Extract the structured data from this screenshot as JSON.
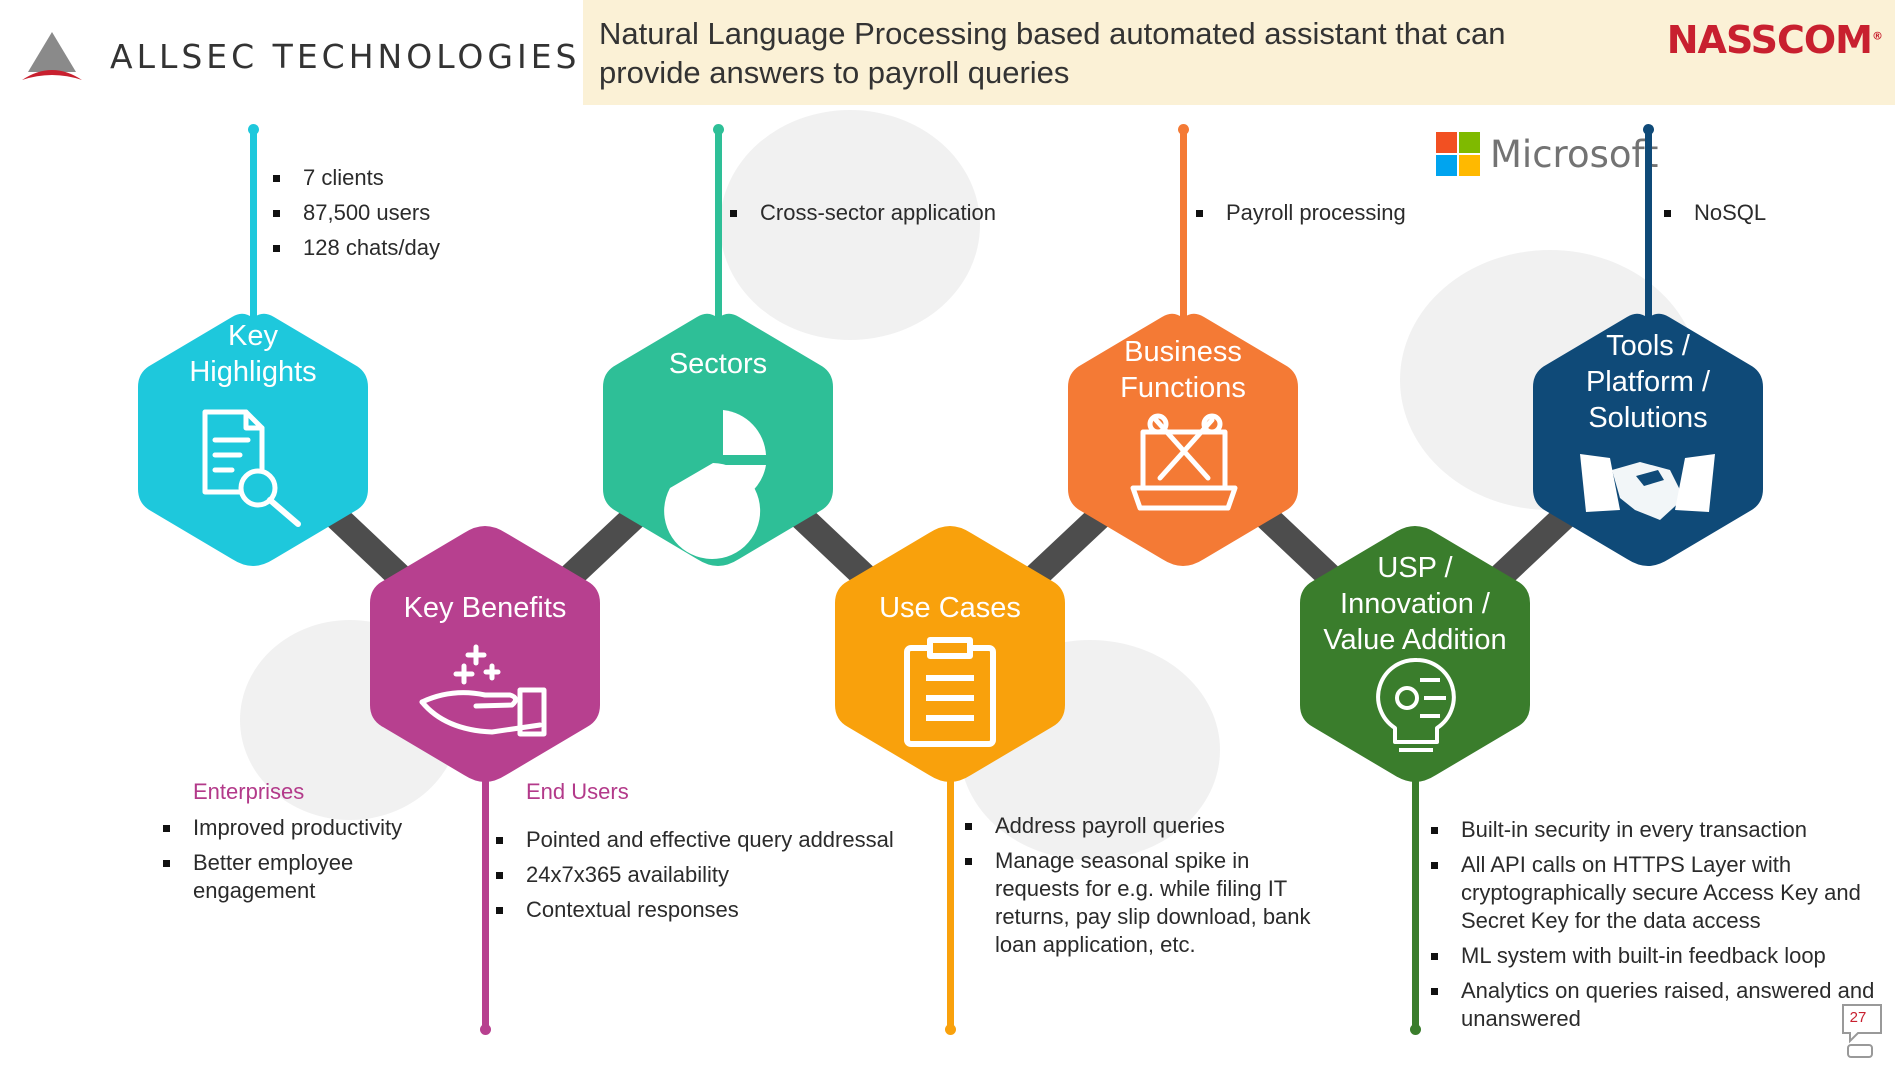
{
  "header": {
    "company": "ALLSEC TECHNOLOGIES",
    "title": "Natural Language Processing based automated assistant that can provide answers to payroll queries",
    "nasscom": "NASSCOM",
    "nasscom_mark": "®",
    "microsoft": "Microsoft"
  },
  "nodes": {
    "highlights": {
      "label": "Key Highlights",
      "color": "#1ec8dc",
      "icon": "document-search-icon",
      "bullets": [
        "7 clients",
        "87,500 users",
        "128 chats/day"
      ]
    },
    "benefits": {
      "label": "Key Benefits",
      "color": "#b7408f",
      "icon": "hand-sparkle-icon",
      "enterprises_heading": "Enterprises",
      "enterprises": [
        "Improved productivity",
        "Better employee engagement"
      ],
      "endusers_heading": "End Users",
      "endusers": [
        "Pointed and effective query addressal",
        "24x7x365 availability",
        "Contextual responses"
      ]
    },
    "sectors": {
      "label": "Sectors",
      "color": "#2ebf97",
      "icon": "pie-chart-icon",
      "bullets": [
        "Cross-sector application"
      ]
    },
    "usecases": {
      "label": "Use Cases",
      "color": "#f9a10c",
      "icon": "clipboard-icon",
      "bullets": [
        "Address payroll queries",
        "Manage seasonal spike in requests for e.g. while filing IT returns, pay slip download, bank loan application, etc."
      ]
    },
    "business": {
      "label": "Business Functions",
      "color": "#f47a35",
      "icon": "laptop-tools-icon",
      "bullets": [
        "Payroll processing"
      ]
    },
    "usp": {
      "label": "USP / Innovation / Value Addition",
      "color": "#3a7d2c",
      "icon": "lightbulb-gear-icon",
      "bullets": [
        "Built-in security in every transaction",
        "All API calls on HTTPS Layer with cryptographically secure Access Key and Secret Key for the data access",
        "ML system with built-in feedback loop",
        "Analytics on queries raised, answered and unanswered"
      ]
    },
    "tools": {
      "label": "Tools / Platform / Solutions",
      "color": "#0f4a78",
      "icon": "handshake-icon",
      "bullets": [
        "NoSQL"
      ]
    }
  },
  "footer": {
    "page_number": "27"
  }
}
